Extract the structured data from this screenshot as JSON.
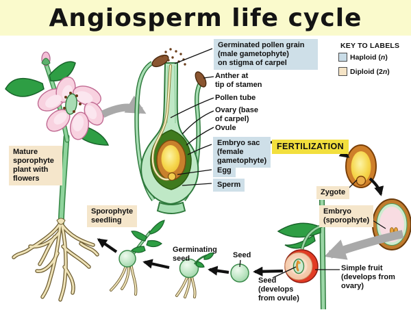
{
  "title": "Angiosperm life cycle",
  "colors": {
    "title_bg": "#FAFACC",
    "haploid_label_bg": "#C9DCE7",
    "diploid_label_bg": "#F5E4C6",
    "fertilization_bg": "#F2DF3D",
    "label_text": "#101010",
    "arrow_gray": "#A9A9A9",
    "arrow_black": "#111111"
  },
  "key": {
    "title": "KEY TO LABELS",
    "items": [
      {
        "pre": "Haploid (",
        "var": "n",
        "post": ")",
        "color": "#C9DCE7"
      },
      {
        "pre": "Diploid (2",
        "var": "n",
        "post": ")",
        "color": "#F5E4C6"
      }
    ]
  },
  "labels": {
    "germinated_pollen": "Germinated pollen grain\n(male gametophyte)\non stigma of carpel",
    "anther": "Anther at\ntip of stamen",
    "pollen_tube": "Pollen tube",
    "ovary": "Ovary (base\nof carpel)",
    "ovule": "Ovule",
    "embryo_sac": "Embryo sac\n(female\ngametophyte)",
    "fertilization": "FERTILIZATION",
    "egg": "Egg",
    "sperm": "Sperm",
    "mature_plant": "Mature\nsporophyte\nplant with\nflowers",
    "zygote": "Zygote",
    "embryo": "Embryo\n(sporophyte)",
    "sporophyte_seedling": "Sporophyte\nseedling",
    "germinating_seed": "Germinating\nseed",
    "seed": "Seed",
    "seed_develops": "Seed\n(develops\nfrom ovule)",
    "simple_fruit": "Simple fruit\n(develops from\novary)"
  }
}
